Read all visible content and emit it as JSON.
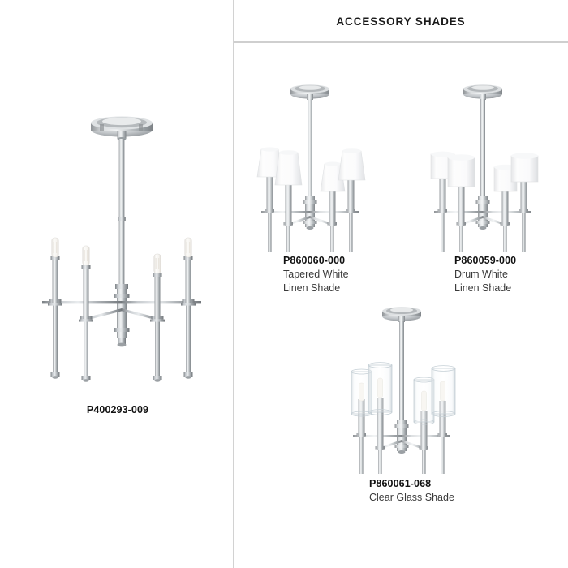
{
  "page": {
    "background_color": "#ffffff",
    "divider_color": "#d2d2d2"
  },
  "header": {
    "title": "ACCESSORY SHADES"
  },
  "main_product": {
    "sku": "P400293-009",
    "name": "",
    "finish_color": "#b9bcbe",
    "bulb_count": 4,
    "bulb_color": "#f4f2ee"
  },
  "accessories": [
    {
      "id": "tapered-white-linen-shade",
      "sku": "P860060-000",
      "desc_line1": "Tapered White",
      "desc_line2": "Linen Shade",
      "shade_type": "tapered",
      "shade_color": "#fbfbfb",
      "shade_shadow": "#e3e4e6"
    },
    {
      "id": "drum-white-linen-shade",
      "sku": "P860059-000",
      "desc_line1": "Drum White",
      "desc_line2": "Linen Shade",
      "shade_type": "drum",
      "shade_color": "#fbfbfb",
      "shade_shadow": "#e3e4e6"
    },
    {
      "id": "clear-glass-shade",
      "sku": "P860061-068",
      "desc_line1": "Clear Glass Shade",
      "desc_line2": "",
      "shade_type": "glass-cylinder",
      "shade_color": "#f2f5f7",
      "shade_shadow": "#c9d2d7"
    }
  ]
}
